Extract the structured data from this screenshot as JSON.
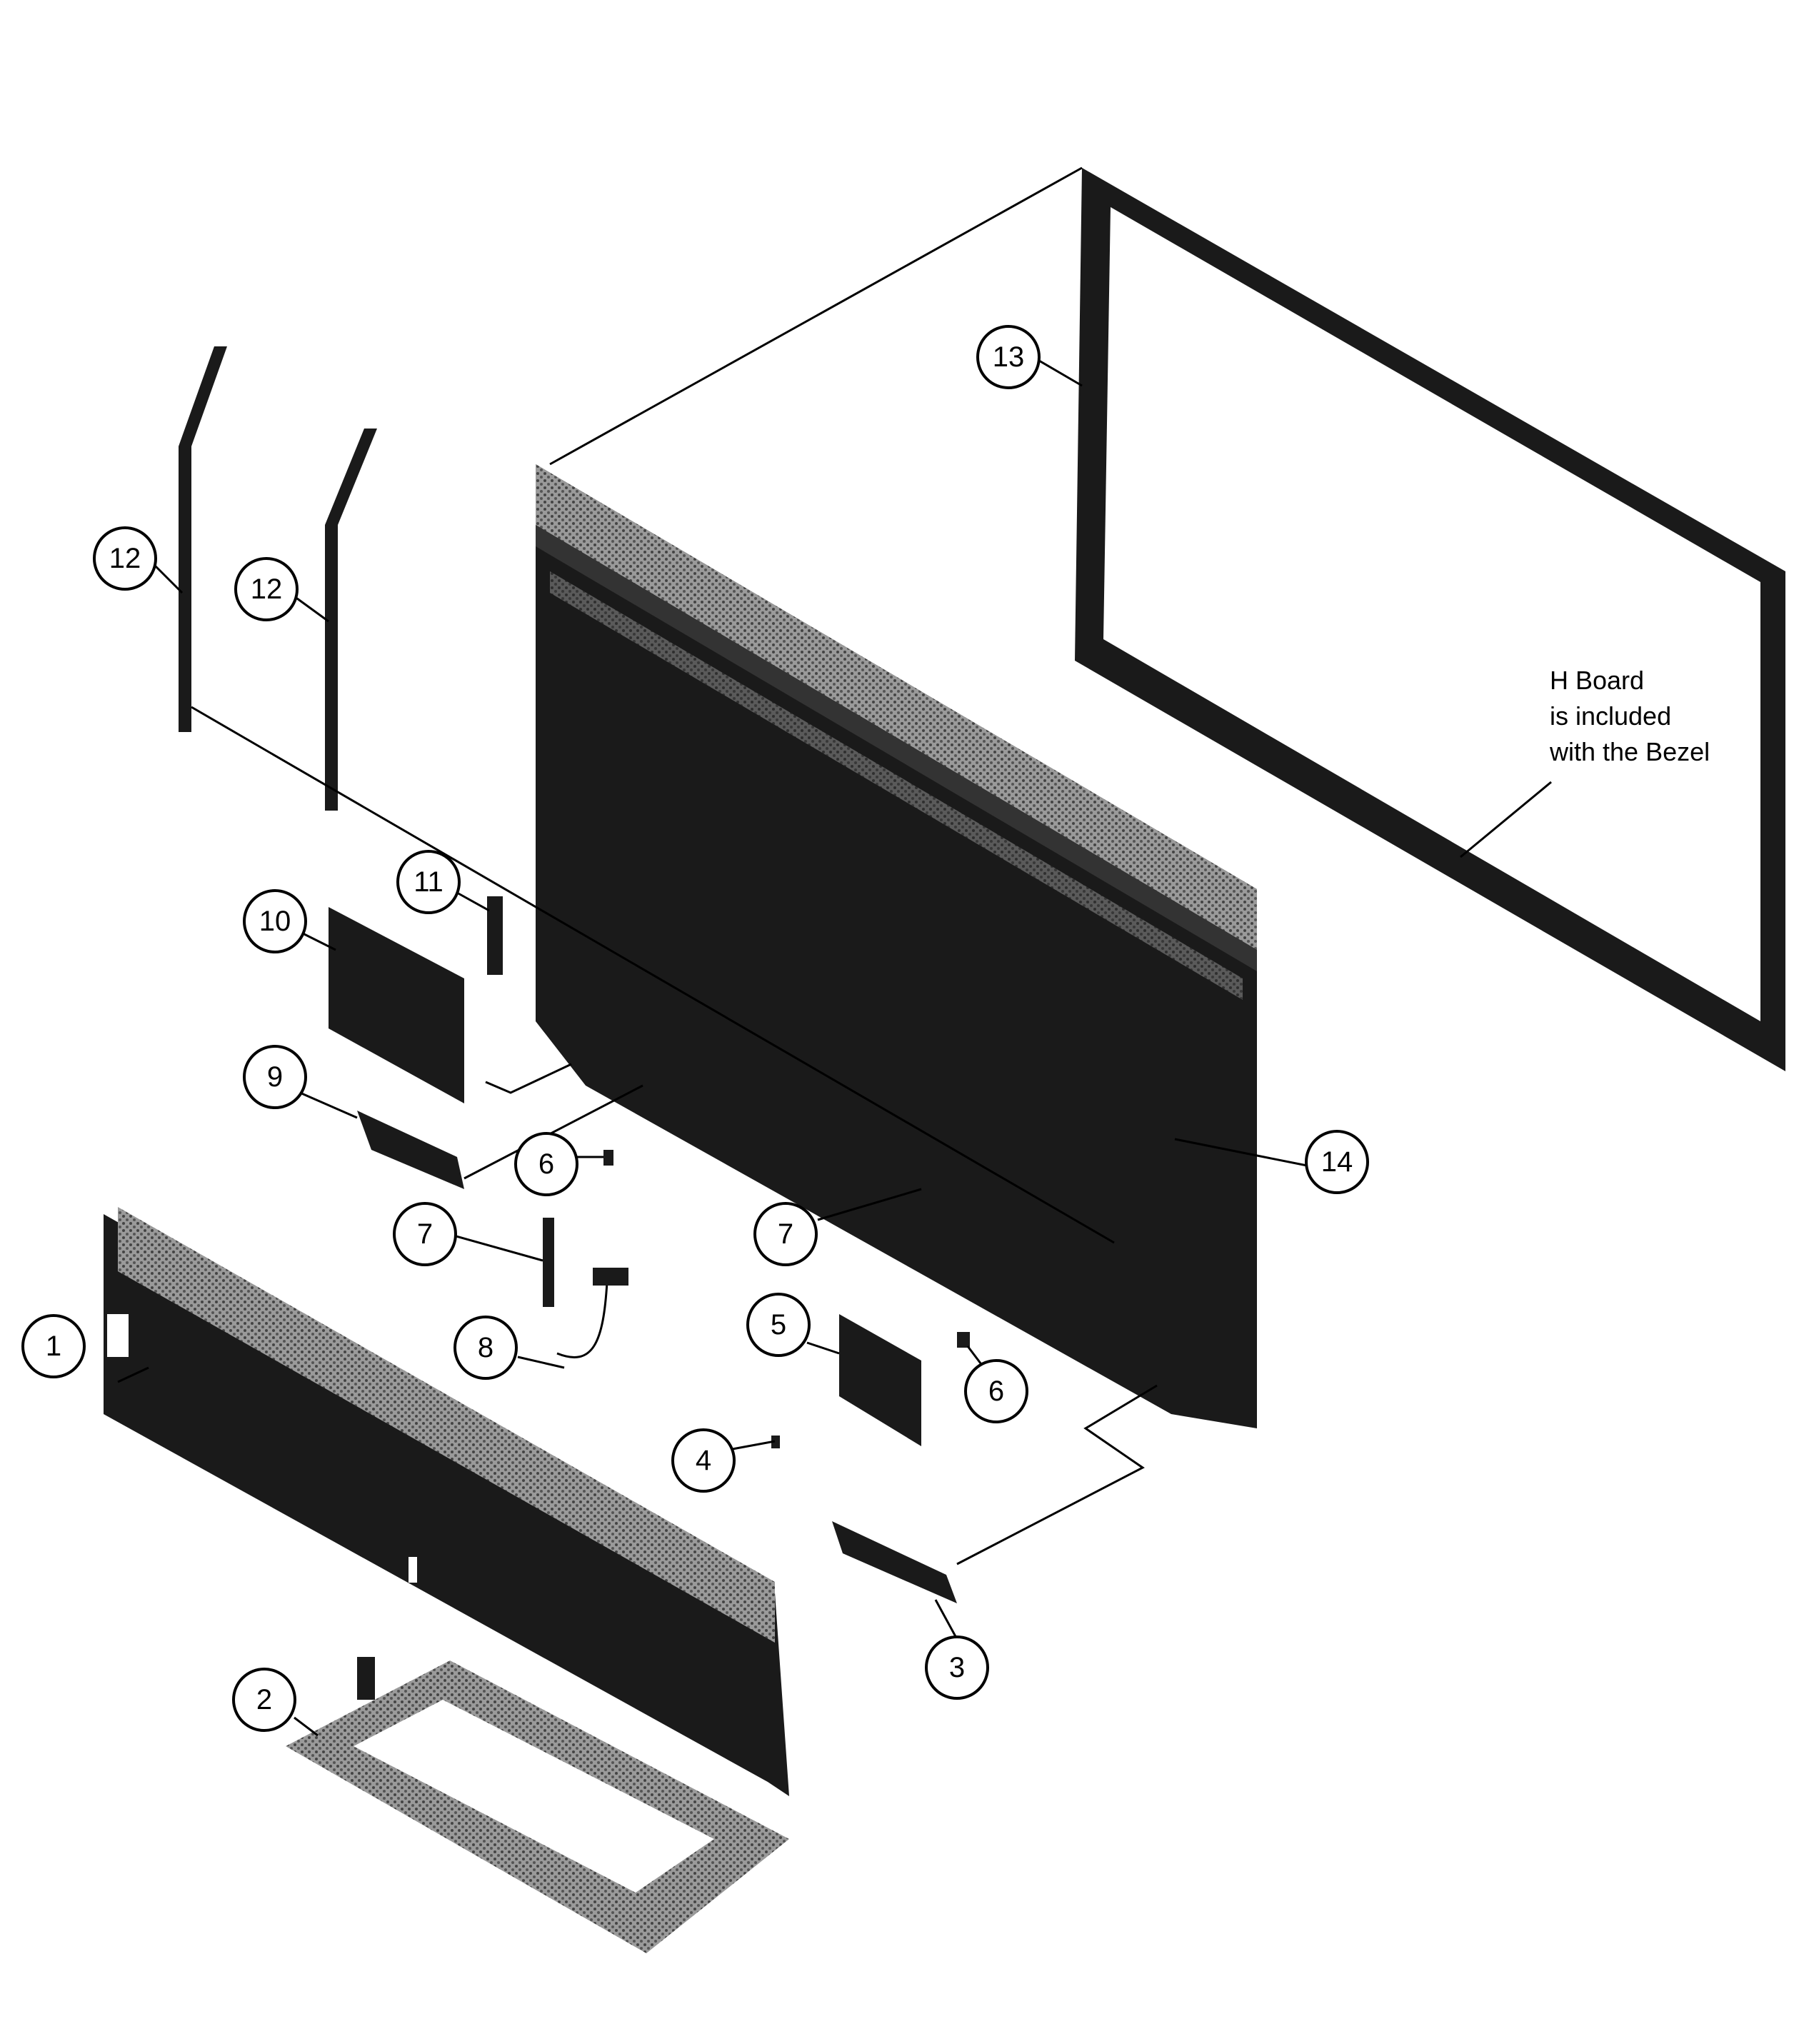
{
  "note": {
    "lines": [
      "H Board",
      "is included",
      "with the Bezel"
    ]
  },
  "callouts": [
    {
      "label": "1"
    },
    {
      "label": "2"
    },
    {
      "label": "3"
    },
    {
      "label": "4"
    },
    {
      "label": "5"
    },
    {
      "label": "6"
    },
    {
      "label": "6"
    },
    {
      "label": "7"
    },
    {
      "label": "7"
    },
    {
      "label": "8"
    },
    {
      "label": "9"
    },
    {
      "label": "10"
    },
    {
      "label": "11"
    },
    {
      "label": "12"
    },
    {
      "label": "12"
    },
    {
      "label": "13"
    },
    {
      "label": "14"
    }
  ]
}
